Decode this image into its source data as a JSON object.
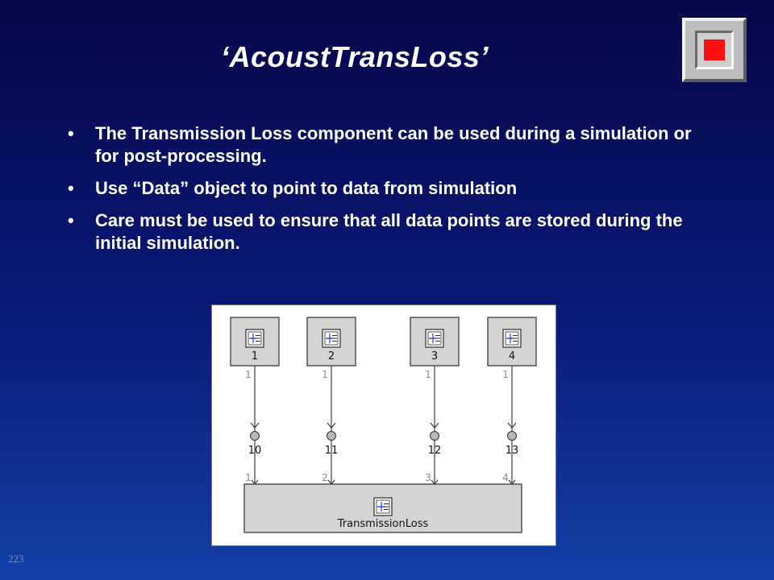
{
  "slide": {
    "title": "‘AcoustTransLoss’",
    "bullets": [
      "The Transmission Loss component can be used during a simulation or for post-processing.",
      "Use “Data” object to point to data from simulation",
      "Care must be used to ensure that all data points are stored during the initial simulation."
    ],
    "bullet_glyph": "•",
    "page_number": "223",
    "stop_button_icon": "stop-icon"
  },
  "diagram": {
    "sources": [
      {
        "label": "1",
        "port": "1",
        "node": "10",
        "input_port": "1"
      },
      {
        "label": "2",
        "port": "1",
        "node": "11",
        "input_port": "2"
      },
      {
        "label": "3",
        "port": "1",
        "node": "12",
        "input_port": "3"
      },
      {
        "label": "4",
        "port": "1",
        "node": "13",
        "input_port": "4"
      }
    ],
    "target_label": "TransmissionLoss",
    "colors": {
      "box_fill": "#d4d4d4",
      "box_border": "#4a4a4a",
      "line": "#3c3c3c",
      "port_label": "#8a8a8a",
      "icon_accent": "#1a3cff"
    }
  }
}
